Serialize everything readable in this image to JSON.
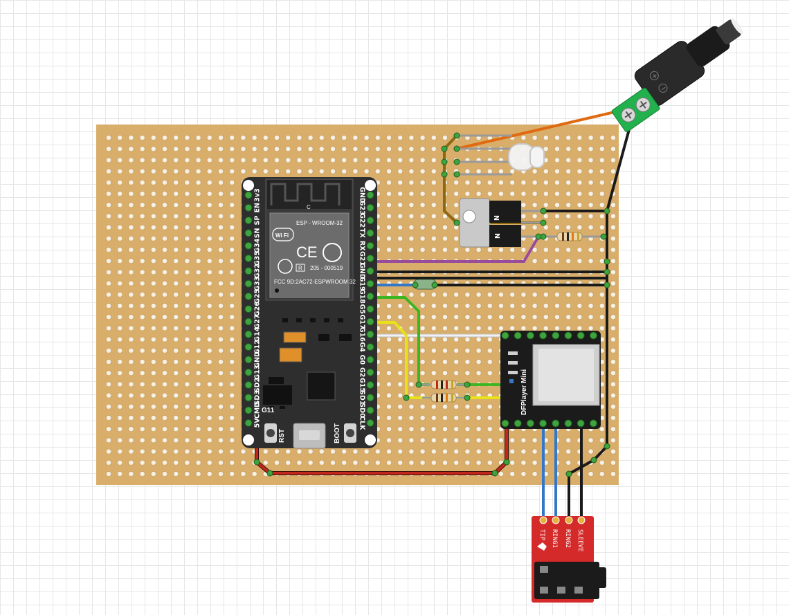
{
  "colors": {
    "perfboard": "#d9ae6b",
    "hole": "#f5f1e4",
    "board_dark": "#2e2e2e",
    "pin_green": "#3fa33f",
    "wire_red": "#c0271d",
    "wire_black": "#222222",
    "wire_blue": "#3477c8",
    "wire_green": "#3cb521",
    "wire_yellow": "#e8e21a",
    "wire_white": "#e6e6e6",
    "wire_purple": "#9a4c9a",
    "wire_orange": "#e06a10",
    "wire_brown": "#8b6a10",
    "jack_red": "#d42a2a",
    "terminal_green": "#22b14c"
  },
  "esp32": {
    "module_name": "ESP - WROOM-32",
    "wifi_logo": "Wi Fi",
    "ce_mark": "CE",
    "r_mark": "R",
    "cert_code": "205 - 000519",
    "fcc_line": "FCC 9D:2AC72-ESPWROOM 32",
    "gpio_marker": "C",
    "g11_label": "G11",
    "rst_label": "RST",
    "boot_label": "BOOT",
    "left_pins": [
      "3v3",
      "EN",
      "SP",
      "SN",
      "G34",
      "G35",
      "G32",
      "G33",
      "G25",
      "G26",
      "G27",
      "G14",
      "G12",
      "GND",
      "G13",
      "SD2",
      "SD3",
      "CMD",
      "5V"
    ],
    "right_pins": [
      "GND",
      "G23",
      "G22",
      "TX",
      "RX",
      "G21",
      "GND",
      "G19",
      "G18",
      "G5",
      "G17",
      "G16",
      "G4",
      "G0",
      "G2",
      "G15",
      "SD1",
      "SD0",
      "CLK"
    ]
  },
  "dfplayer": {
    "title": "DFPlayer Mini"
  },
  "audio_jack": {
    "pins": [
      "TIP",
      "RING1",
      "RING2",
      "SLEEVE"
    ]
  },
  "transistor": {
    "marks": [
      "N",
      "N"
    ]
  },
  "dc_jack": {
    "plus": "+",
    "minus": "−"
  }
}
